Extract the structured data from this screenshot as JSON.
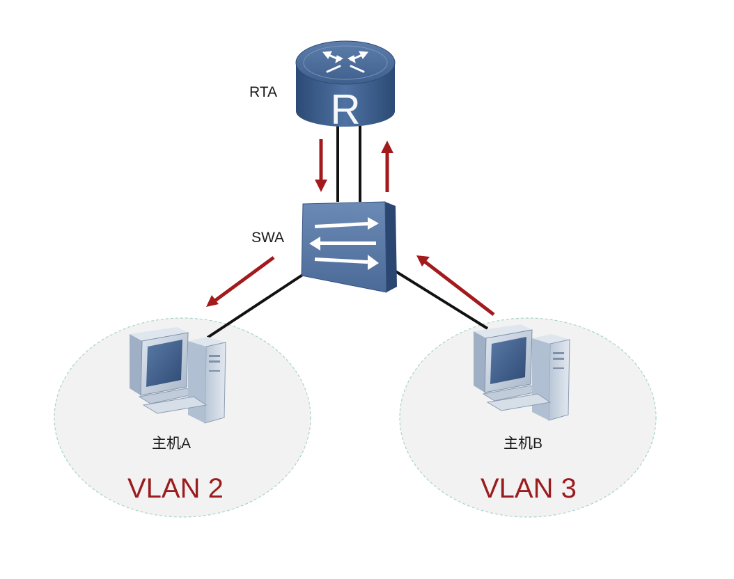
{
  "nodes": {
    "router": {
      "label": "RTA"
    },
    "switch": {
      "label": "SWA"
    },
    "host_a": {
      "label": "主机A"
    },
    "host_b": {
      "label": "主机B"
    }
  },
  "zones": {
    "vlan_a": {
      "label": "VLAN 2"
    },
    "vlan_b": {
      "label": "VLAN 3"
    }
  },
  "colors": {
    "arrow": "#a31a1d",
    "vlan_text": "#9b1c1f",
    "link": "#111111",
    "zone_fill": "#f2f2f2",
    "zone_border": "#a8d3cc",
    "device_blue": "#4d6d99",
    "computer_body": "#c9d4e1"
  },
  "icons": {
    "router": "router-icon",
    "switch": "switch-icon",
    "host_a": "desktop-computer-icon",
    "host_b": "desktop-computer-icon"
  }
}
